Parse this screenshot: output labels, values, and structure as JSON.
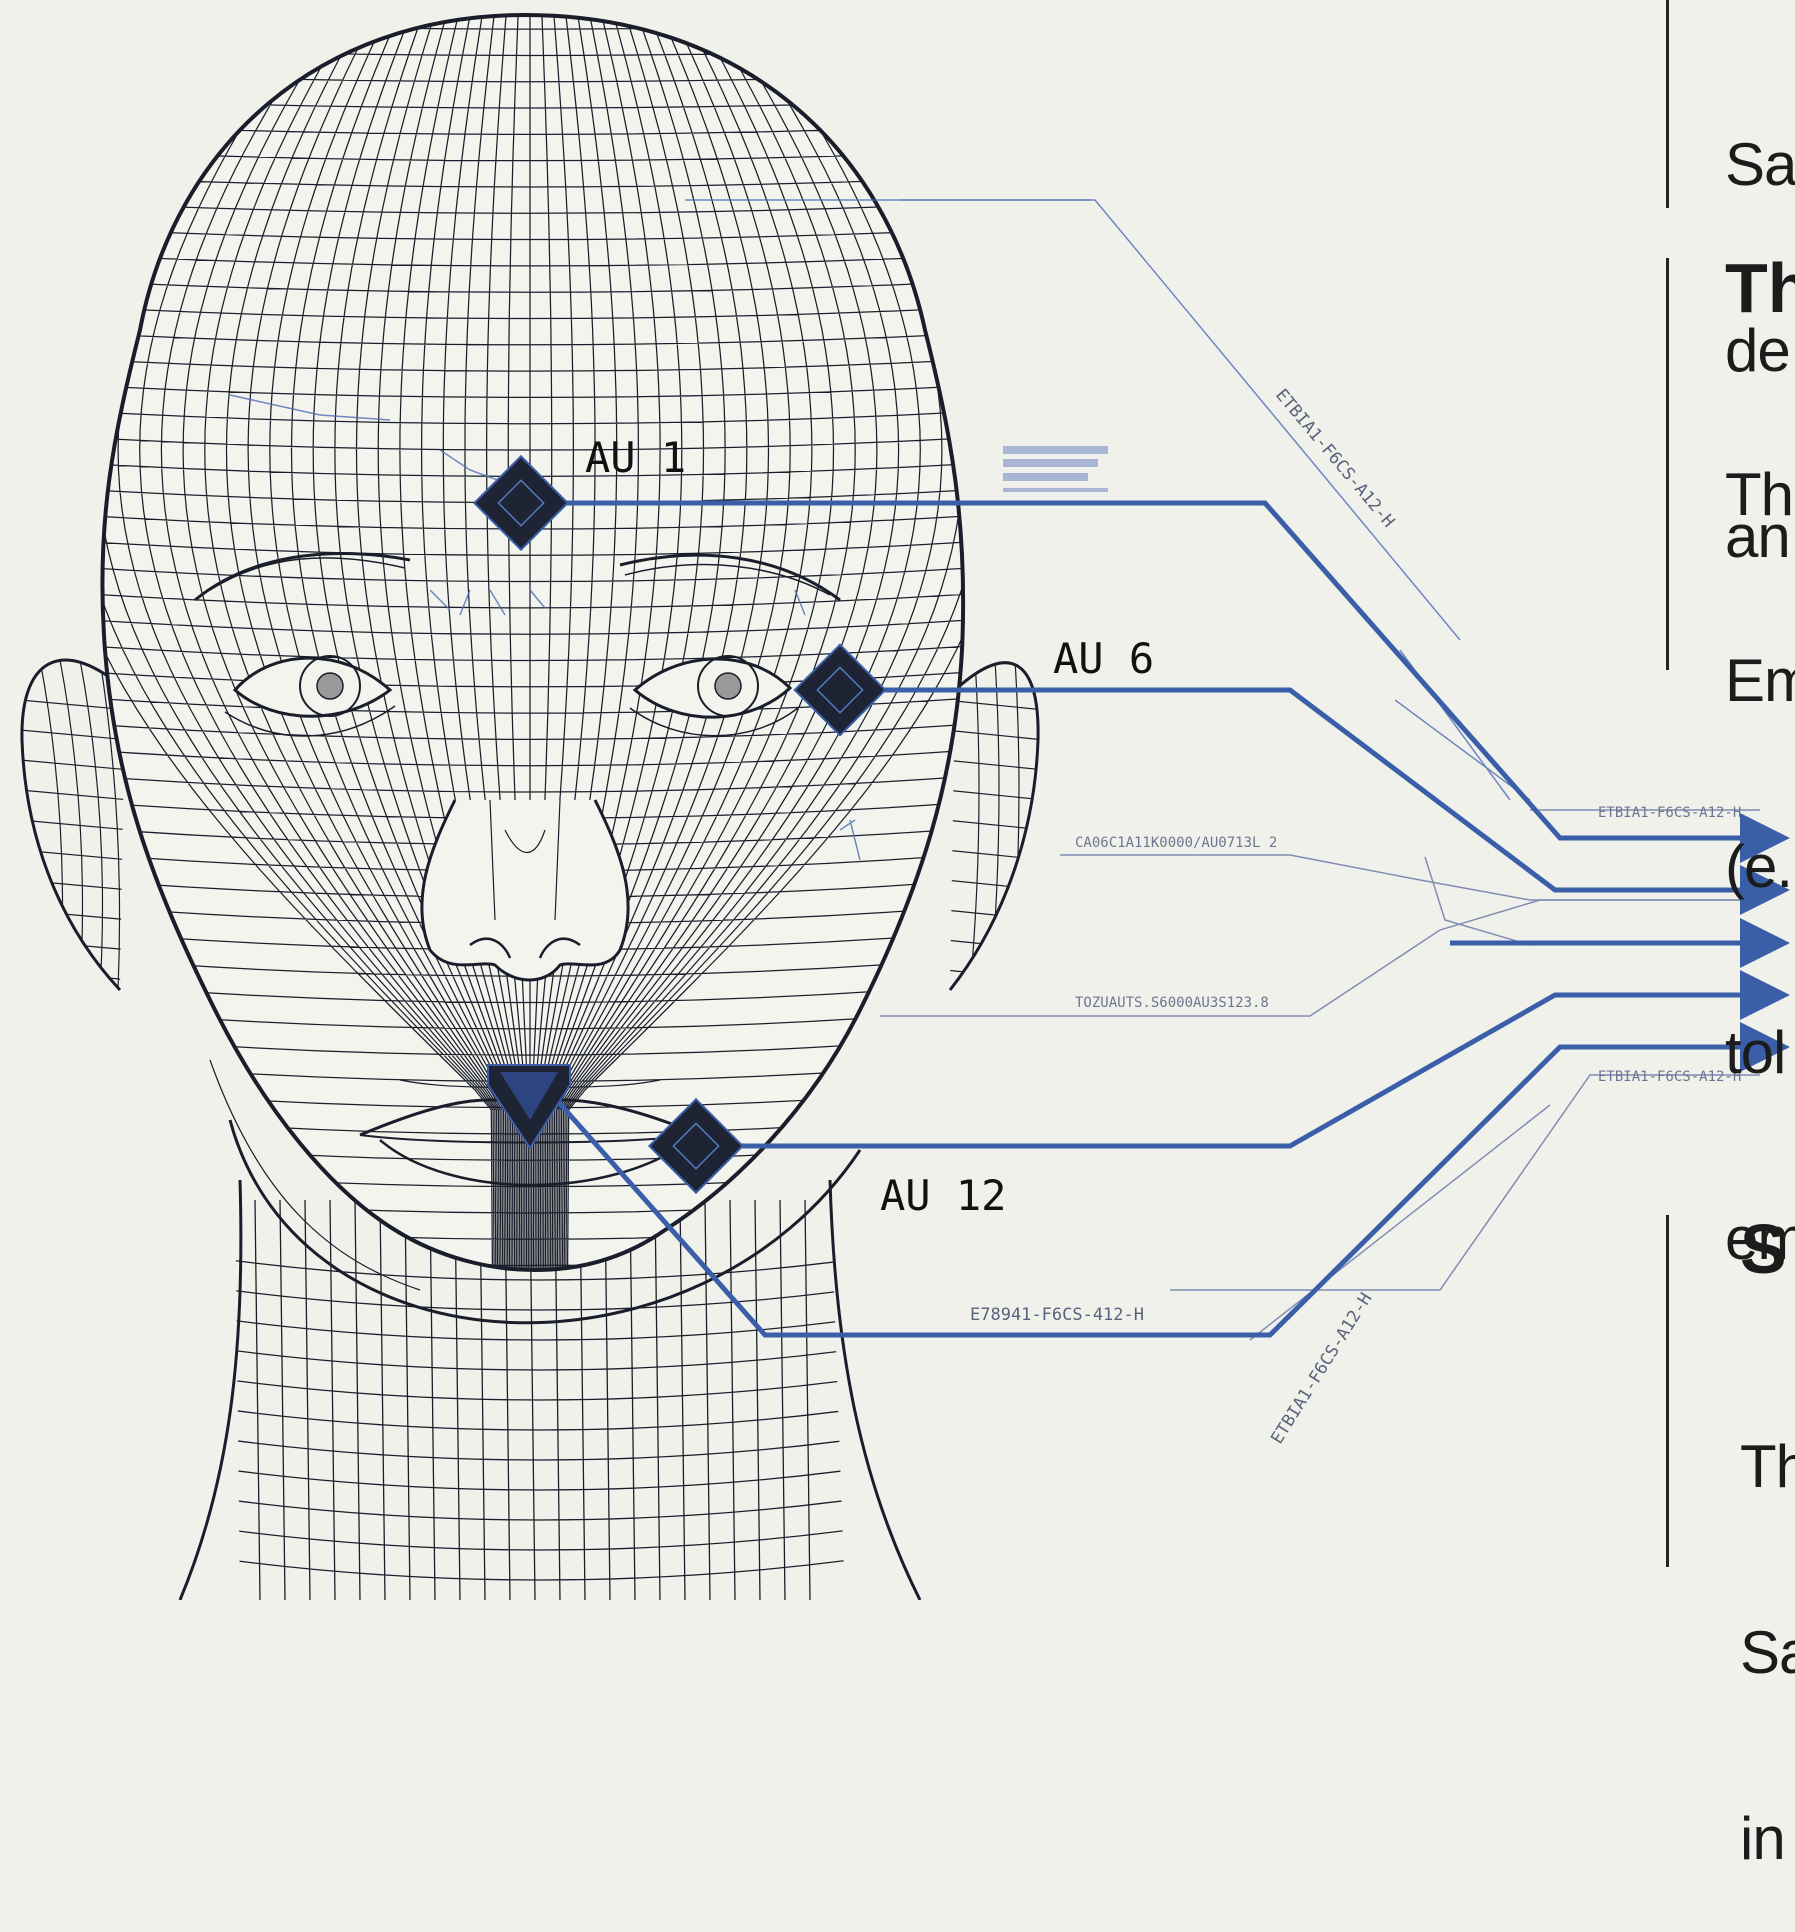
{
  "labels": {
    "au1": "AU 1",
    "au6": "AU 6",
    "au12": "AU 12"
  },
  "codes": {
    "code_upper_diag": "ETBIA1-F6CS-A12-H",
    "code_mid_1": "CA06C1A11K0000/AU0713L 2",
    "code_mid_2": "TOZUAUTS.S6000AU3S123.8",
    "code_right_upper": "ETBIA1-F6CS-A12-H",
    "code_right_lower": "ETBIA1-F6CS-A12-H",
    "code_bottom": "E78941-F6CS-412-H",
    "code_lower_diag": "ETBIA1-F6CS-A12-H"
  },
  "panel_fragments": {
    "block1": [
      "Sa",
      "de",
      "an"
    ],
    "block2_heading": "Th",
    "block2": [
      "The",
      "Em",
      "(e.",
      "tol",
      "em"
    ],
    "block3_heading": "S",
    "block3": [
      "Th",
      "Sa",
      "in"
    ]
  },
  "colors": {
    "accent": "#3a5ea8",
    "ink": "#1a1e2a",
    "marker": "#1e2433",
    "background": "#f1f1ec"
  }
}
